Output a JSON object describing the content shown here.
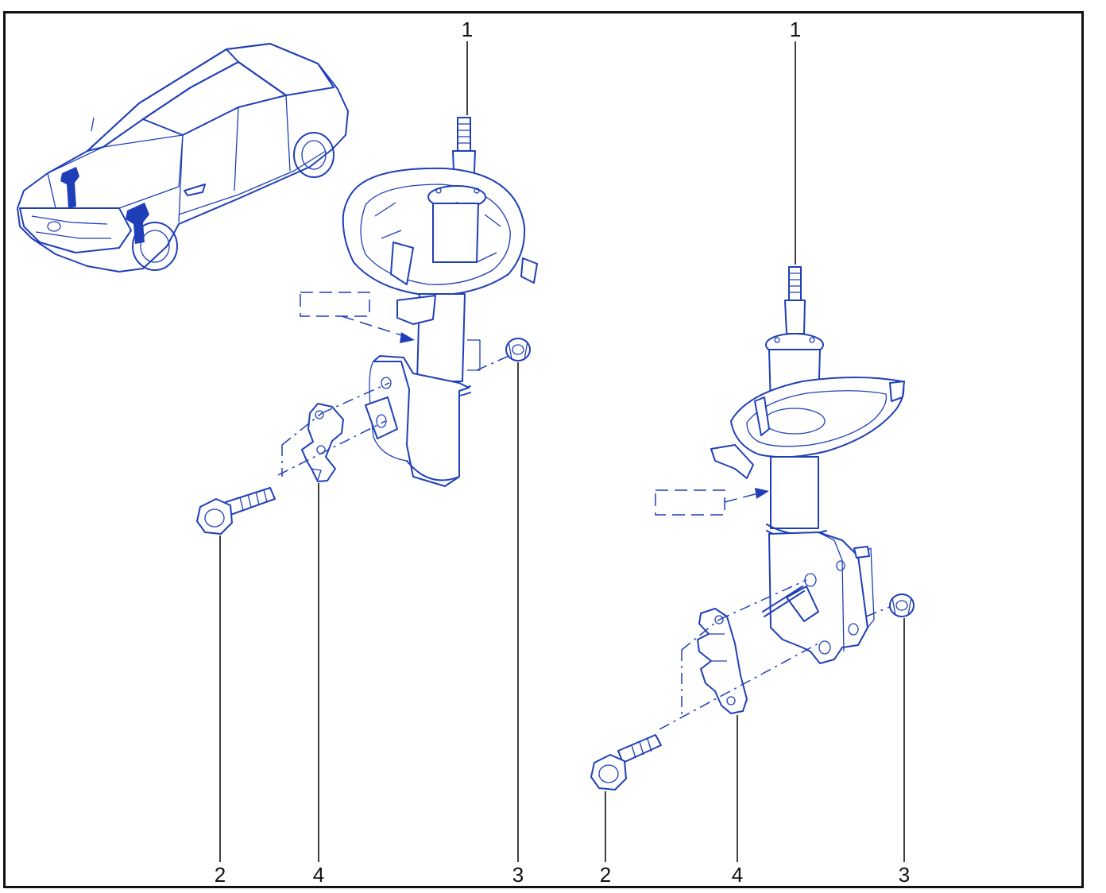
{
  "colors": {
    "ink": "#1f3fb8",
    "fill": "#ffffff",
    "frame": "#111111",
    "label": "#111111"
  },
  "callouts": {
    "left_strut": {
      "top": "1",
      "bolt": "2",
      "bracket": "4",
      "nut": "3"
    },
    "right_strut": {
      "top": "1",
      "bolt": "2",
      "bracket": "4",
      "nut": "3"
    }
  }
}
